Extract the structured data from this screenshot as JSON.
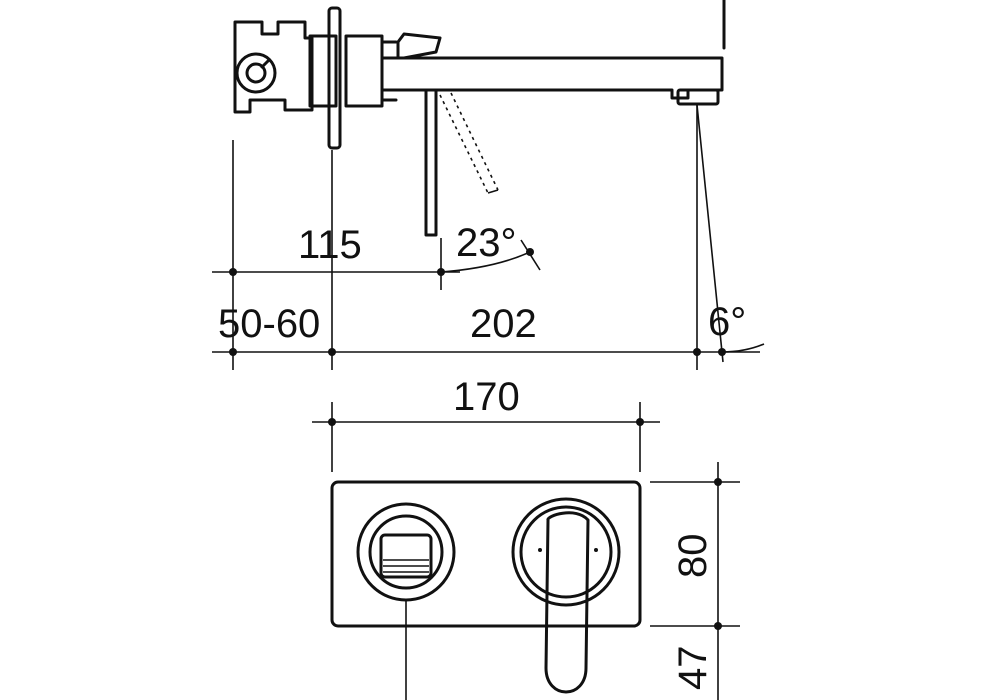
{
  "side_view": {
    "dim_body_depth": "115",
    "dim_handle_angle": "23°",
    "dim_wall_range": "50-60",
    "dim_spout_reach": "202",
    "dim_spout_angle": "6°"
  },
  "front_view": {
    "dim_plate_width": "170",
    "dim_plate_height": "80",
    "dim_handle_drop": "47"
  },
  "colors": {
    "line": "#111111",
    "background": "#ffffff"
  }
}
